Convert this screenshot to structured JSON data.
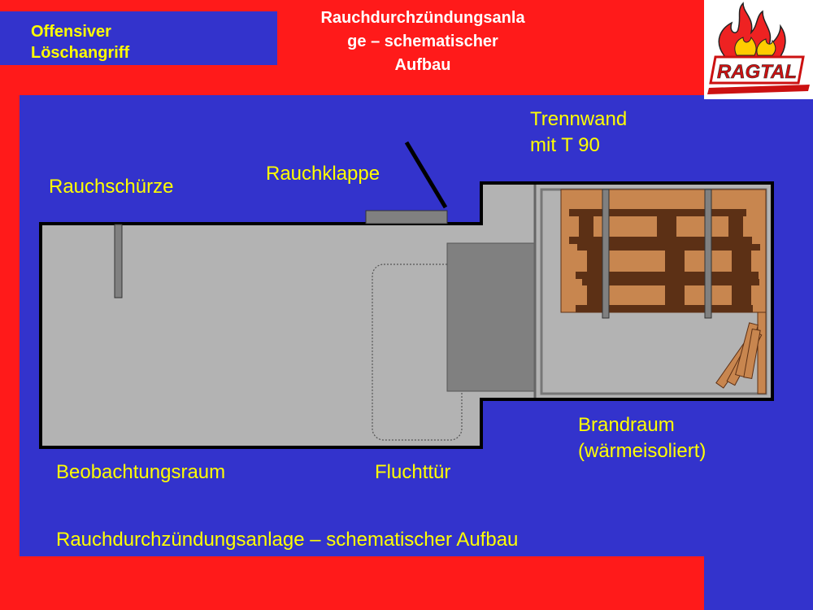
{
  "header": {
    "section": "Offensiver\nLöschangriff",
    "title": "Rauchdurchzündungsanla\nge – schematischer\nAufbau"
  },
  "logo": {
    "text": "RAGTAL",
    "icon": "flame-logo-icon"
  },
  "diagram": {
    "labels": {
      "rauchschuerze": "Rauchschürze",
      "rauchklappe": "Rauchklappe",
      "trennwand": "Trennwand\nmit T 90",
      "beobachtungsraum": "Beobachtungsraum",
      "fluchttuer": "Fluchttür",
      "brandraum": "Brandraum\n(wärmeisoliert)"
    },
    "caption": "Rauchdurchzündungsanlage – schematischer Aufbau"
  },
  "colors": {
    "background_red": "#ff1a1a",
    "panel_blue": "#3333cc",
    "label_yellow": "#ffff00",
    "container_grey": "#b3b3b3",
    "wood_light": "#c8864f",
    "wood_dark": "#5c3015"
  }
}
